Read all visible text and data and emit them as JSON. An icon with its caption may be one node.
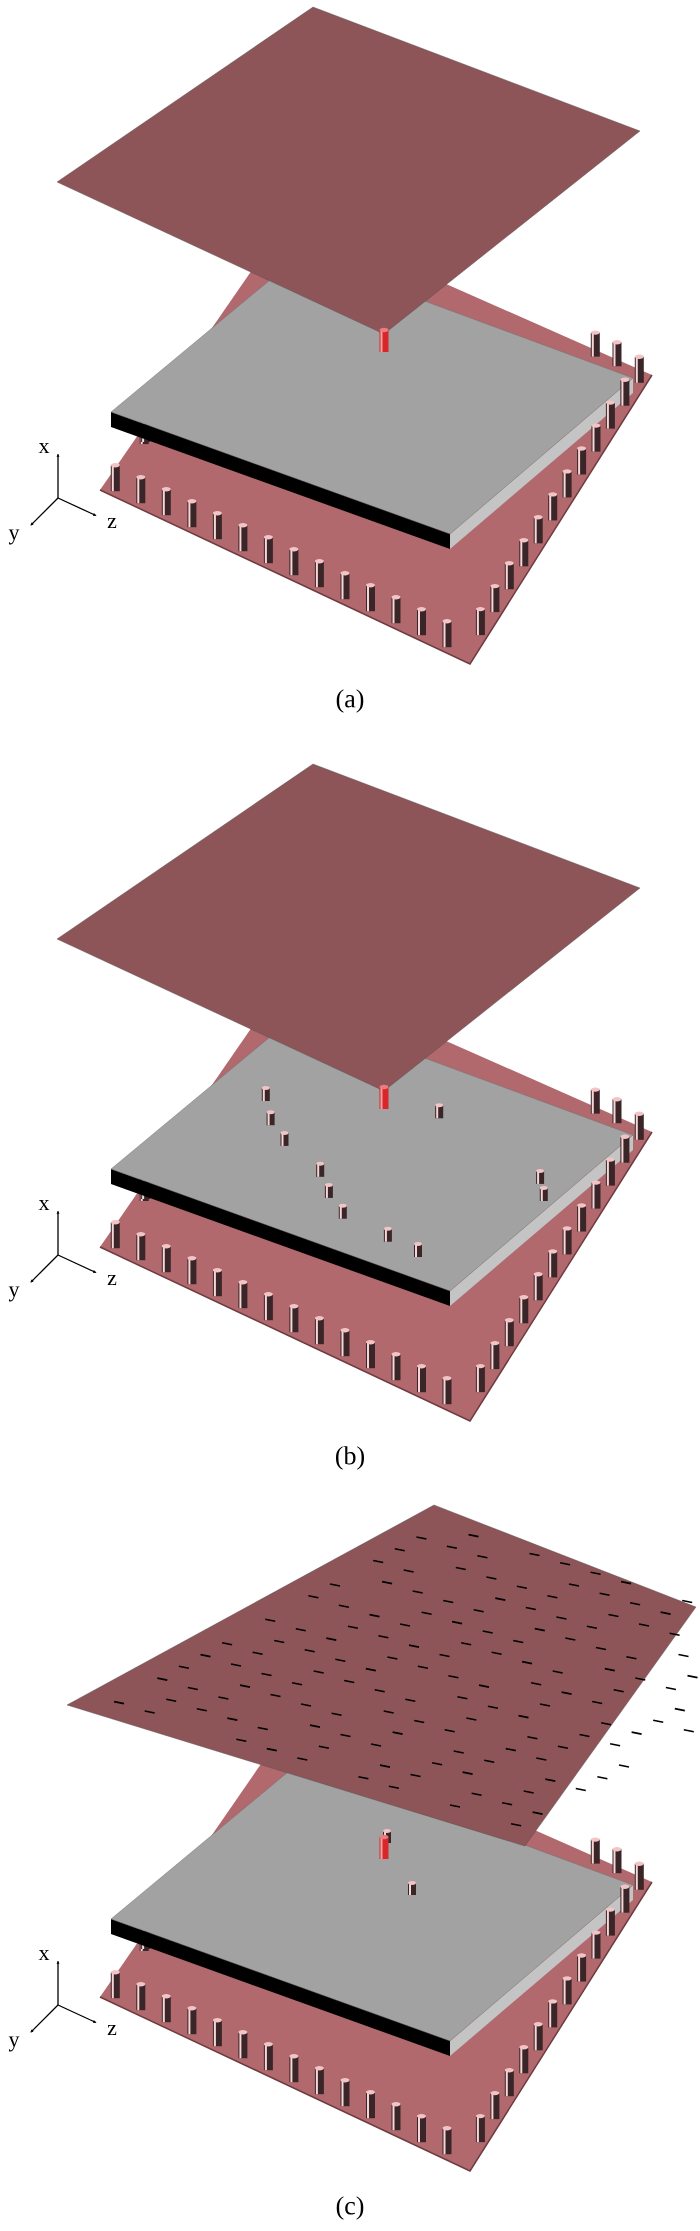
{
  "diagram": {
    "labels": [
      "x",
      "y",
      "z",
      "(a)",
      "x",
      "y",
      "z",
      "(b)",
      "x",
      "y",
      "z",
      "(c)"
    ]
  }
}
